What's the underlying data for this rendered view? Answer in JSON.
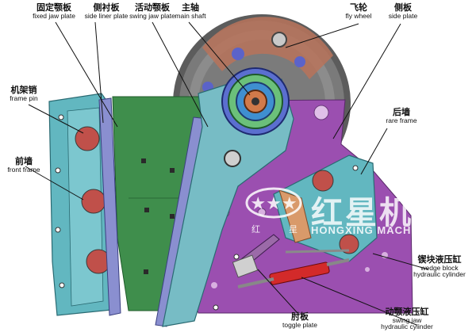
{
  "labels": {
    "fixed_jaw_plate": {
      "cn": "固定颚板",
      "en": "fixed jaw plate"
    },
    "side_liner_plate": {
      "cn": "侧衬板",
      "en": "side liner plate"
    },
    "swing_jaw_plate": {
      "cn": "活动颚板",
      "en": "swing jaw plate"
    },
    "main_shaft": {
      "cn": "主轴",
      "en": "main shaft"
    },
    "fly_wheel": {
      "cn": "飞轮",
      "en": "fly wheel"
    },
    "side_plate": {
      "cn": "侧板",
      "en": "side plate"
    },
    "frame_pin": {
      "cn": "机架销",
      "en": "frame pin"
    },
    "front_frame": {
      "cn": "前墙",
      "en": "front frame"
    },
    "rare_frame": {
      "cn": "后墙",
      "en": "rare frame"
    },
    "wedge_block_cylinder": {
      "cn": "锲块液压缸",
      "en_line1": "wedge block",
      "en_line2": "hydraulic cylinder"
    },
    "toggle_plate": {
      "cn": "肘板",
      "en": "toggle plate"
    },
    "swing_jaw_cylinder": {
      "cn": "动颚液压缸",
      "en_line1": "swing jaw",
      "en_line2": "hydraulic cylinder"
    }
  },
  "watermark": {
    "brand_cn": "红星机器",
    "brand_en": "HONGXING MACHINERY",
    "small_left": "红",
    "small_right": "星"
  },
  "colors": {
    "side_plate": "#9b4fb0",
    "front_frame": "#62b7c0",
    "fixed_jaw": "#3f8e4c",
    "swing_jaw": "#77bcc5",
    "flywheel": "#6a6a6a",
    "cylinder": "#d32a2a",
    "liner": "#8a8fd0"
  }
}
